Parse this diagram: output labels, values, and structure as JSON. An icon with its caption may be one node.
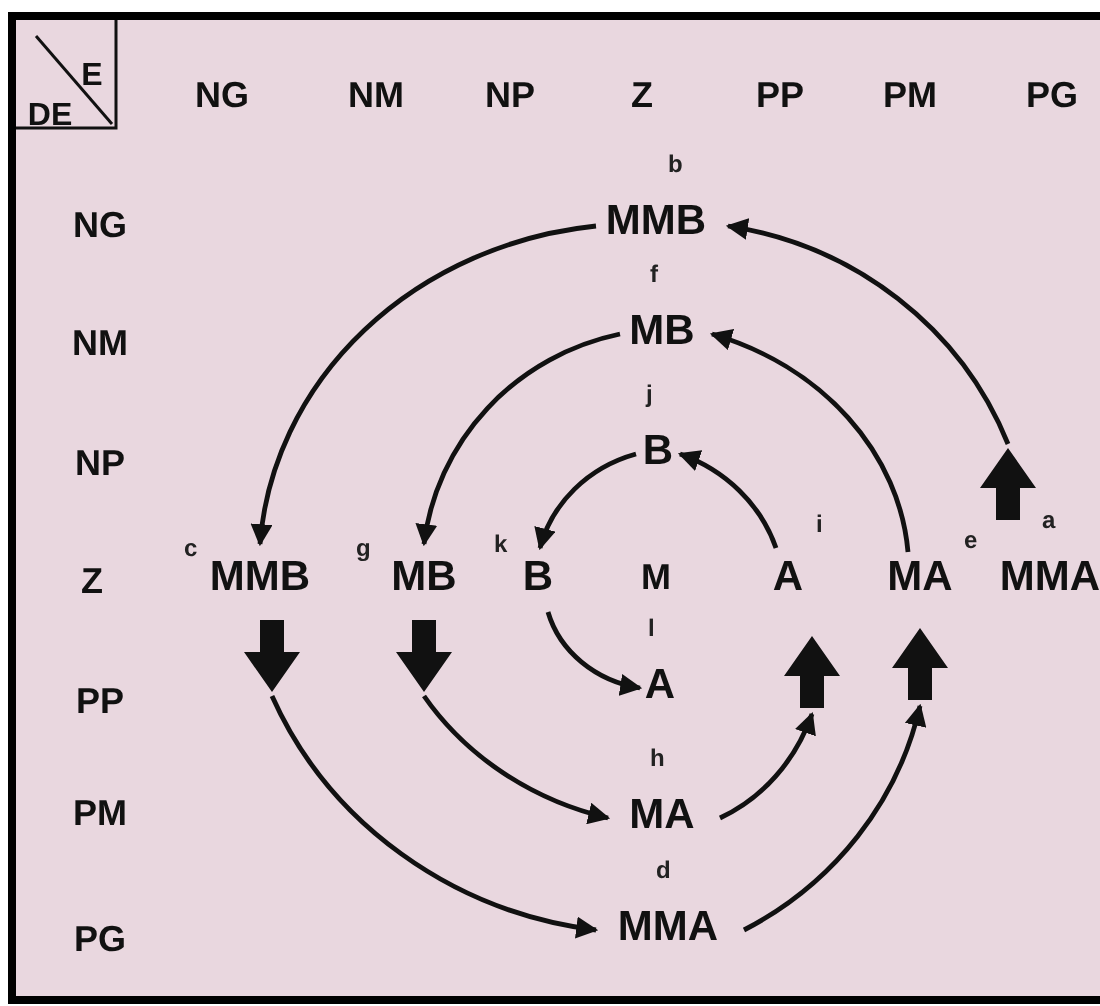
{
  "diagram": {
    "nodes": [
      {
        "text": [
          "MMB"
        ],
        "beside": [
          "b"
        ]
      },
      {
        "text": [
          "MB"
        ],
        "beside": [
          "f"
        ]
      },
      {
        "text": [
          "B"
        ],
        "beside": [
          "j"
        ]
      },
      {
        "text": [
          "MMB"
        ],
        "beside": [
          "c"
        ]
      },
      {
        "text": [
          "MB"
        ],
        "beside": [
          "g"
        ]
      },
      {
        "text": [
          "B"
        ],
        "beside": [
          "k"
        ]
      },
      {
        "text": [
          "A"
        ],
        "beside": [
          "i"
        ]
      },
      {
        "text": [
          "MA"
        ],
        "beside": [
          "e"
        ]
      },
      {
        "text": [
          "MMA"
        ],
        "beside": [
          "a"
        ]
      },
      {
        "text": [
          "A"
        ],
        "beside": [
          "l"
        ]
      },
      {
        "text": [
          "MA"
        ],
        "beside": [
          "h"
        ]
      },
      {
        "text": [
          "MMA"
        ],
        "beside": [
          "d"
        ]
      }
    ],
    "edges": [
      {
        "from": 8,
        "to": 0,
        "arrow": "to"
      },
      {
        "from": 0,
        "to": 3,
        "arrow": "to"
      },
      {
        "from": 3,
        "to": 11,
        "arrow": "to"
      },
      {
        "from": 11,
        "to": 7,
        "arrow": "to"
      },
      {
        "from": 7,
        "to": 1,
        "arrow": "to"
      },
      {
        "from": 1,
        "to": 4,
        "arrow": "to"
      },
      {
        "from": 4,
        "to": 10,
        "arrow": "to"
      },
      {
        "from": 10,
        "to": 6,
        "arrow": "to"
      },
      {
        "from": 6,
        "to": 2,
        "arrow": "to"
      },
      {
        "from": 2,
        "to": 5,
        "arrow": "to"
      },
      {
        "from": 5,
        "to": 9,
        "arrow": "to"
      }
    ],
    "labels": [
      "DE",
      "E",
      "NG",
      "NM",
      "NP",
      "Z",
      "PP",
      "PM",
      "PG",
      "NG",
      "NM",
      "NP",
      "Z",
      "M",
      "PP",
      "PM",
      "PG"
    ]
  }
}
